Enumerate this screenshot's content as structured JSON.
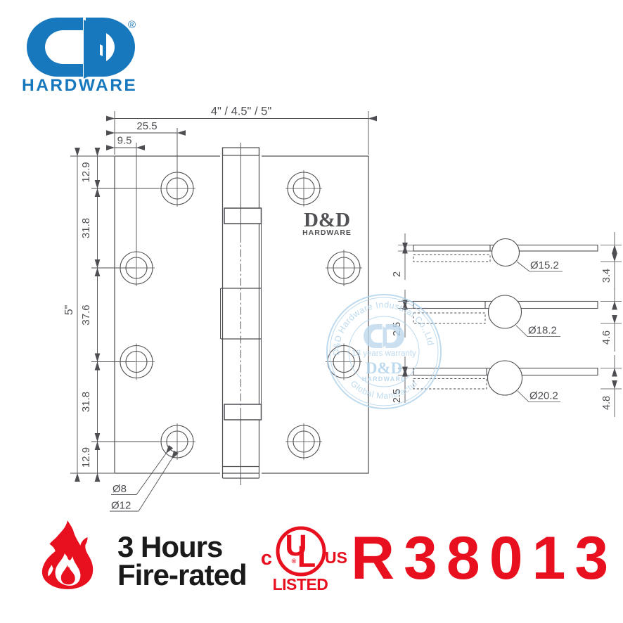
{
  "colors": {
    "brand_blue": "#1878be",
    "line_gray": "#4d4d52",
    "accent_red": "#e8101e",
    "watermark_blue": "#aed2ea",
    "text_black": "#1a1a1a"
  },
  "header": {
    "brand": "HARDWARE",
    "registered": "®"
  },
  "drawing": {
    "overall_width": "4\" / 4.5\" / 5\"",
    "offset_outer_holes": "25.5",
    "offset_inner_holes": "9.5",
    "overall_height": "5\"",
    "row_spacings": [
      "12.9",
      "31.8",
      "37.6",
      "31.8",
      "12.9"
    ],
    "hole_labels": {
      "screw_hole": "Ø8",
      "countersink": "Ø12"
    },
    "stamp": {
      "brand": "D&D",
      "sub": "HARDWARE"
    }
  },
  "cross_sections": [
    {
      "diameter": "Ø15.2",
      "leaf_thickness": "2",
      "closed_thickness": "3.4"
    },
    {
      "diameter": "Ø18.2",
      "leaf_thickness": "2.5",
      "closed_thickness": "4.6"
    },
    {
      "diameter": "Ø20.2",
      "leaf_thickness": "2.5",
      "closed_thickness": "4.8"
    }
  ],
  "watermark": {
    "arc_top": "D&D Hardware Industrial Co.,Ltd",
    "center_line": "18 years warranty",
    "brand": "D&D",
    "brand_sub": "HARDWARE",
    "arc_bottom": "Global Manufacture"
  },
  "footer": {
    "rating_line1": "3 Hours",
    "rating_line2": "Fire-rated",
    "ul": {
      "c": "c",
      "mark_u": "U",
      "mark_l": "L",
      "registered": "®",
      "us": "US",
      "listed": "LISTED"
    },
    "cert_number": "R38013"
  }
}
